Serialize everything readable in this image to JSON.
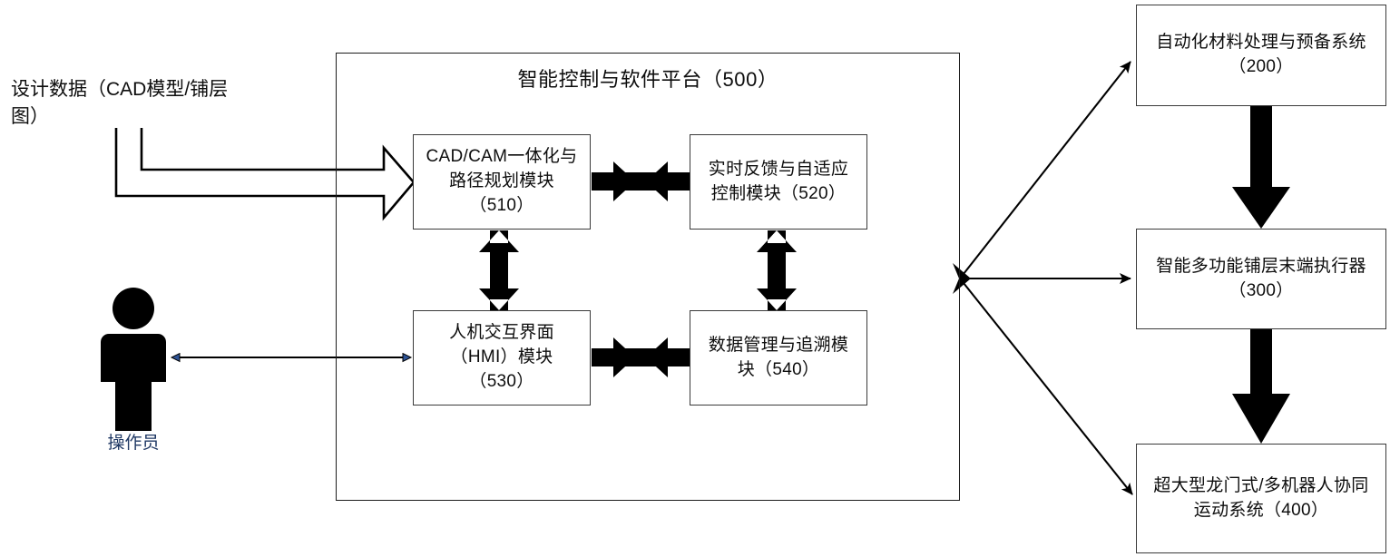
{
  "diagram": {
    "title_text": "智能控制与软件平台（500）",
    "design_data_label": "设计数据（CAD模型/铺层\n图）",
    "actor_label": "操作员",
    "colors": {
      "box_border": "#3a3a3a",
      "platform_border": "#1c1c1c",
      "text": "#0d0d0d",
      "actor_text": "#1f3864",
      "arrow_fill": "#000000",
      "thin_arrow_head": "#2e5395",
      "background": "#ffffff"
    }
  },
  "platform": {
    "label": "智能控制与软件平台（500）",
    "modules": [
      {
        "id": "510",
        "label": "CAD/CAM一体化与\n路径规划模块\n（510）"
      },
      {
        "id": "520",
        "label": "实时反馈与自适应\n控制模块（520）"
      },
      {
        "id": "530",
        "label": "人机交互界面\n（HMI）模块\n（530）"
      },
      {
        "id": "540",
        "label": "数据管理与追溯模\n块（540）"
      }
    ]
  },
  "subsystems": [
    {
      "id": "200",
      "label": "自动化材料处理与预备系统\n（200）"
    },
    {
      "id": "300",
      "label": "智能多功能铺层末端执行器\n（300）"
    },
    {
      "id": "400",
      "label": "超大型龙门式/多机器人协同\n运动系统（400）"
    }
  ],
  "connectors": [
    {
      "name": "design-data-to-cadcam",
      "style": "hollow-block-arrow",
      "direction": "one-way"
    },
    {
      "name": "operator-to-hmi",
      "style": "thin-line",
      "direction": "two-way"
    },
    {
      "name": "cadcam-to-realtime",
      "style": "thick-block",
      "direction": "two-way"
    },
    {
      "name": "cadcam-to-hmi",
      "style": "thick-block",
      "direction": "two-way"
    },
    {
      "name": "realtime-to-data",
      "style": "thick-block",
      "direction": "two-way"
    },
    {
      "name": "hmi-to-data",
      "style": "thick-block",
      "direction": "two-way"
    },
    {
      "name": "platform-to-material-system",
      "style": "thin-line",
      "direction": "one-way"
    },
    {
      "name": "platform-to-endeffector",
      "style": "thin-line",
      "direction": "one-way"
    },
    {
      "name": "platform-to-gantry",
      "style": "thin-line",
      "direction": "one-way"
    },
    {
      "name": "material-system-to-endeffector",
      "style": "thick-block",
      "direction": "one-way"
    },
    {
      "name": "endeffector-to-gantry",
      "style": "thick-block",
      "direction": "one-way"
    }
  ]
}
